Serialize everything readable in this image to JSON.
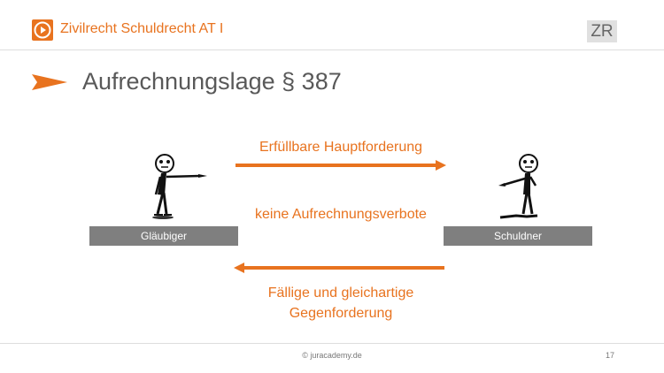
{
  "header": {
    "course_title": "Zivilrecht Schuldrecht AT I",
    "badge": "ZR",
    "play_icon": "play-circle-icon"
  },
  "slide": {
    "title": "Aufrechnungslage § 387",
    "bullet_icon": "triangle-arrow-icon"
  },
  "diagram": {
    "left_party": "Gläubiger",
    "right_party": "Schuldner",
    "top_claim": "Erfüllbare Hauptforderung",
    "middle_condition": "keine Aufrechnungsverbote",
    "bottom_claim_line1": "Fällige und gleichartige",
    "bottom_claim_line2": "Gegenforderung",
    "figure_icon": "stick-figure-pointing-icon"
  },
  "footer": {
    "copyright": "© juracademy.de",
    "page_number": "17"
  },
  "colors": {
    "accent": "#e8731f",
    "bar": "#7f7f7f",
    "title_text": "#595959",
    "badge_bg": "#e0e0e0"
  }
}
